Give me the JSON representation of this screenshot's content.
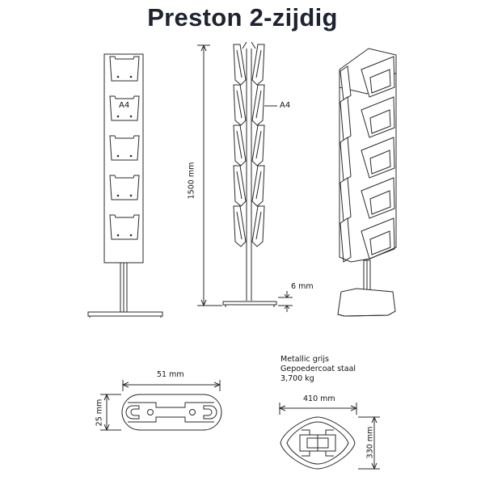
{
  "title": "Preston 2-zijdig",
  "labels": {
    "front_a4": "A4",
    "side_a4": "A4",
    "height": "1500 mm",
    "plate": "6 mm",
    "profile_width": "51 mm",
    "profile_height": "25 mm",
    "base_width": "410 mm",
    "base_depth": "330 mm"
  },
  "specs": [
    "Metallic grijs",
    "Gepoedercoat staal",
    "3,700 kg"
  ],
  "colors": {
    "line": "#2a2a2a",
    "title": "#1f2230"
  }
}
